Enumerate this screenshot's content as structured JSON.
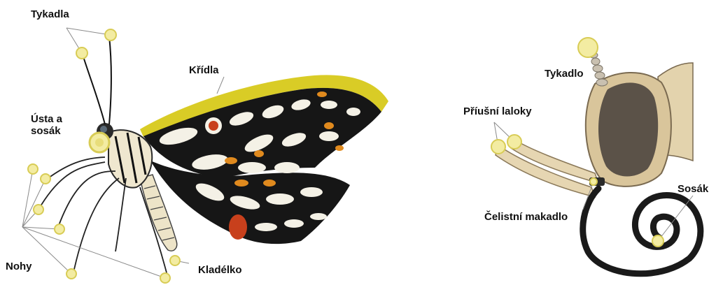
{
  "labels": {
    "antennae": "Tykadla",
    "mouth": "Ústa a sosák",
    "wings": "Křídla",
    "legs": "Nohy",
    "ovipositor": "Kladélko",
    "antenna_single": "Tykadlo",
    "labial_lobes": "Příušní laloky",
    "maxillary_palp": "Čelistní makadlo",
    "proboscis": "Sosák"
  },
  "colors": {
    "highlight": "#f3eca2",
    "highlight_ring": "#d8cc55",
    "wing_band": "#c7b800",
    "leader": "#8a8a8a",
    "head_fill": "#d9c59b",
    "head_dark": "#5b5248",
    "proboscis": "#1a1a1a",
    "wing_black": "#151515",
    "wing_orange": "#e08a1e",
    "wing_red": "#c8401c"
  }
}
